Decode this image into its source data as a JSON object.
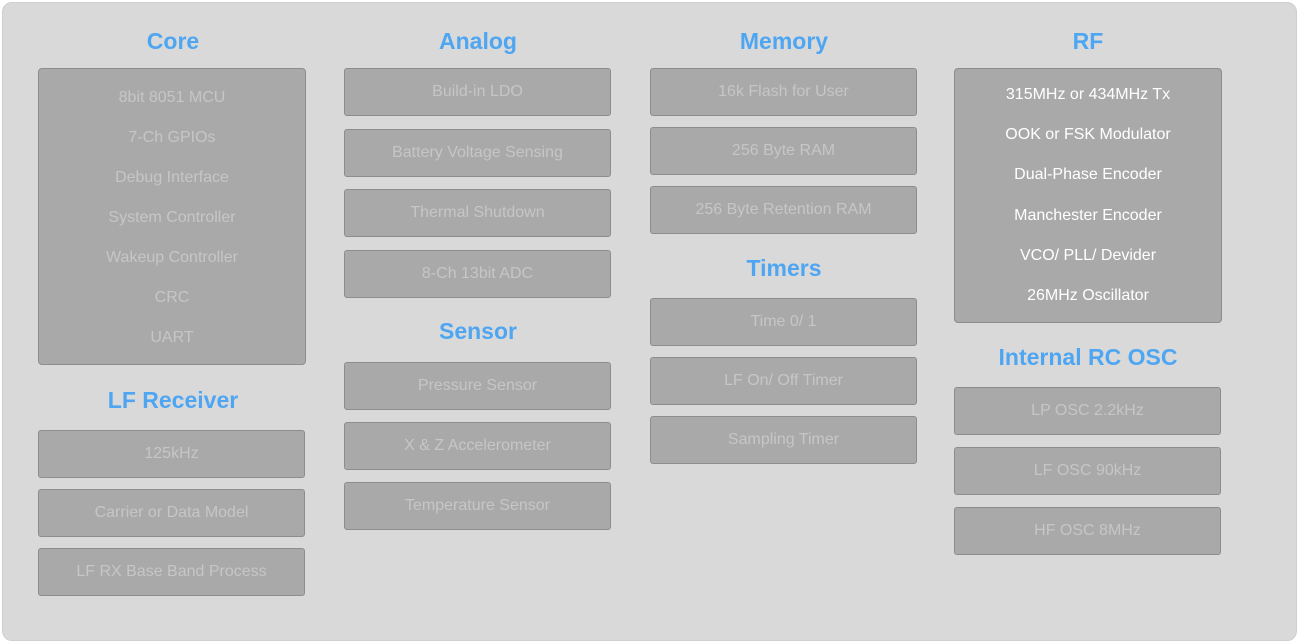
{
  "sections": {
    "core": {
      "title": "Core",
      "items": [
        "8bit 8051 MCU",
        "7-Ch GPIOs",
        "Debug Interface",
        "System Controller",
        "Wakeup Controller",
        "CRC",
        "UART"
      ]
    },
    "lf_receiver": {
      "title": "LF Receiver",
      "items": [
        "125kHz",
        "Carrier or Data Model",
        "LF RX Base Band Process"
      ]
    },
    "analog": {
      "title": "Analog",
      "items": [
        "Build-in LDO",
        "Battery Voltage Sensing",
        "Thermal Shutdown",
        "8-Ch 13bit ADC"
      ]
    },
    "sensor": {
      "title": "Sensor",
      "items": [
        "Pressure Sensor",
        "X & Z Accelerometer",
        "Temperature Sensor"
      ]
    },
    "memory": {
      "title": "Memory",
      "items": [
        "16k Flash for User",
        "256 Byte RAM",
        "256 Byte Retention RAM"
      ]
    },
    "timers": {
      "title": "Timers",
      "items": [
        "Time 0/ 1",
        "LF On/ Off Timer",
        "Sampling Timer"
      ]
    },
    "rf": {
      "title": "RF",
      "items": [
        "315MHz or 434MHz Tx",
        "OOK or FSK Modulator",
        "Dual-Phase Encoder",
        "Manchester Encoder",
        "VCO/ PLL/ Devider",
        "26MHz Oscillator"
      ]
    },
    "internal_rc_osc": {
      "title": "Internal RC OSC",
      "items": [
        "LP OSC 2.2kHz",
        "LF OSC 90kHz",
        "HF OSC 8MHz"
      ]
    }
  },
  "colors": {
    "background": "#d9d9d9",
    "title_blue": "#4ea6f2",
    "box_fill": "#a9a9a9",
    "box_border": "#8d8d8d",
    "dim_text": "#c6c6c6",
    "bright_text": "#ffffff"
  }
}
